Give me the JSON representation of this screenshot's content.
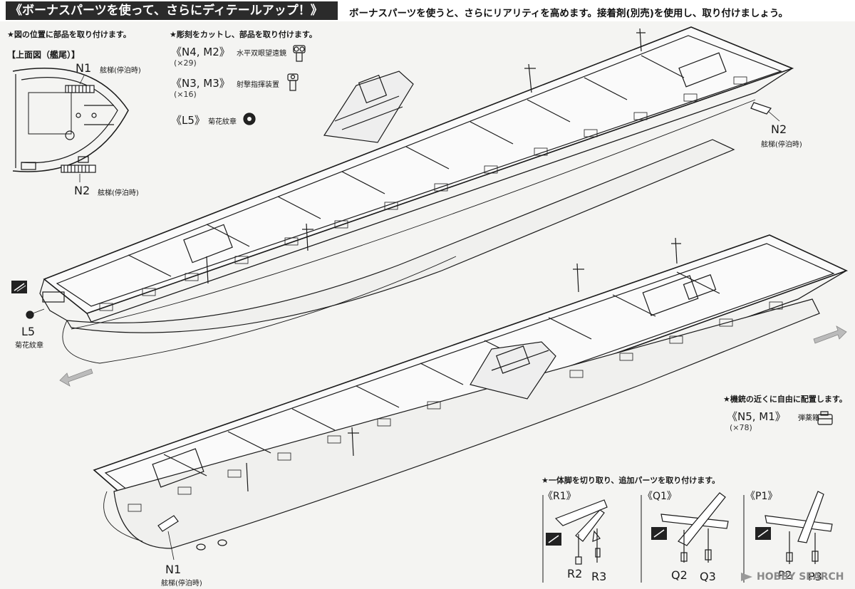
{
  "header": {
    "title": "《ボーナスパーツを使って、さらにディテールアップ！》",
    "subtitle": "ボーナスパーツを使うと、さらにリアリティを高めます。接着剤(別売)を使用し、取り付けましょう。"
  },
  "notes": {
    "place_note": "★図の位置に部品を取り付けます。",
    "cut_note": "★彫刻をカットし、部品を取り付けます。",
    "free_note": "★機銃の近くに自由に配置します。",
    "leg_note": "★一体脚を切り取り、追加パーツを取り付けます。"
  },
  "top_view": {
    "title": "【上面図（艦尾）】",
    "n1": "N1",
    "n1_desc": "舷梯(停泊時)",
    "n2": "N2",
    "n2_desc": "舷梯(停泊時)"
  },
  "parts": [
    {
      "name": "《N4, M2》",
      "desc": "水平双眼望遠鏡",
      "count": "(×29)"
    },
    {
      "name": "《N3, M3》",
      "desc": "射撃指揮装置",
      "count": "(×16)"
    },
    {
      "name": "《L5》",
      "desc": "菊花紋章",
      "count": ""
    }
  ],
  "ship_labels": {
    "n2": "N2",
    "n2_desc": "舷梯(停泊時)",
    "l5": "L5",
    "l5_desc": "菊花紋章",
    "n1": "N1",
    "n1_desc": "舷梯(停泊時)"
  },
  "ammo": {
    "name": "《N5, M1》",
    "desc": "弾薬箱",
    "count": "(×78)"
  },
  "planes": [
    {
      "title": "《R1》",
      "a": "R2",
      "b": "R3"
    },
    {
      "title": "《Q1》",
      "a": "Q2",
      "b": "Q3"
    },
    {
      "title": "《P1》",
      "a": "P2",
      "b": "P3"
    }
  ],
  "watermark": "HOBBY SEARCH",
  "colors": {
    "ink": "#1a1a1a",
    "paper": "#f4f4f2",
    "header_bg": "#2b2b2b"
  }
}
